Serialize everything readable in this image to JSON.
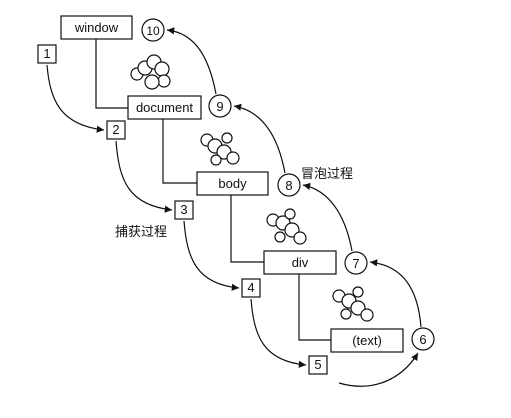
{
  "labels": {
    "capture": "捕获过程",
    "bubble": "冒泡过程"
  },
  "nodes": [
    {
      "id": "window",
      "label": "window"
    },
    {
      "id": "document",
      "label": "document"
    },
    {
      "id": "body",
      "label": "body"
    },
    {
      "id": "div",
      "label": "div"
    },
    {
      "id": "text",
      "label": "(text)"
    }
  ],
  "capture_steps": [
    "1",
    "2",
    "3",
    "4",
    "5"
  ],
  "target_step": "6",
  "bubble_steps": [
    "7",
    "8",
    "9",
    "10"
  ],
  "colors": {
    "ink": "#111111",
    "paper": "#ffffff"
  },
  "icons": {
    "event-bubbles": "bubble-cluster-icon"
  }
}
